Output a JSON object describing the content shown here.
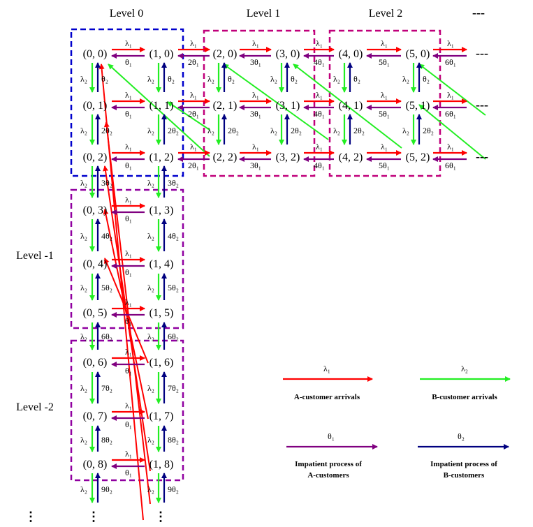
{
  "levels": {
    "level_0": "Level 0",
    "level_1": "Level 1",
    "level_2": "Level 2",
    "level_minus_1": "Level -1",
    "level_minus_2": "Level -2",
    "right_ellipsis": "---",
    "bottom_ellipsis": "⋮"
  },
  "nodes": {
    "n00": "(0, 0)",
    "n10": "(1, 0)",
    "n20": "(2, 0)",
    "n30": "(3, 0)",
    "n40": "(4, 0)",
    "n50": "(5, 0)",
    "n01": "(0, 1)",
    "n11": "(1, 1)",
    "n21": "(2, 1)",
    "n31": "(3, 1)",
    "n41": "(4, 1)",
    "n51": "(5, 1)",
    "n02": "(0, 2)",
    "n12": "(1, 2)",
    "n22": "(2, 2)",
    "n32": "(3, 2)",
    "n42": "(4, 2)",
    "n52": "(5, 2)",
    "n03": "(0, 3)",
    "n13": "(1, 3)",
    "n04": "(0, 4)",
    "n14": "(1, 4)",
    "n05": "(0, 5)",
    "n15": "(1, 5)",
    "n06": "(0, 6)",
    "n16": "(1, 6)",
    "n07": "(0, 7)",
    "n17": "(1, 7)",
    "n08": "(0, 8)",
    "n18": "(1, 8)"
  },
  "rates": {
    "lambda1": "λ₁",
    "lambda2": "λ₂",
    "theta1": "θ₁",
    "theta2": "θ₂",
    "t1_2": "2θ₁",
    "t1_3": "3θ₁",
    "t1_4": "4θ₁",
    "t1_5": "5θ₁",
    "t1_6": "6θ₁",
    "t2_2": "2θ₂",
    "t2_3": "3θ₂",
    "t2_4": "4θ₂",
    "t2_5": "5θ₂",
    "t2_6": "6θ₂",
    "t2_7": "7θ₂",
    "t2_8": "8θ₂",
    "t2_9": "9θ₂"
  },
  "legend": {
    "a_symbol": "λ₁",
    "a_label": "A-customer arrivals",
    "b_symbol": "λ₂",
    "b_label": "B-customer arrivals",
    "ia_symbol": "θ₁",
    "ia_line1": "Impatient process of",
    "ia_line2": "A-customers",
    "ib_symbol": "θ₂",
    "ib_line1": "Impatient process of",
    "ib_line2": "B-customers"
  },
  "colors": {
    "a_arrival": "#ff0000",
    "b_arrival": "#22ee22",
    "a_impatience": "#800080",
    "b_impatience": "#000080",
    "level0_box": "#0000cc",
    "level_pos_box": "#c0007a",
    "level_neg_box": "#9000a0"
  }
}
